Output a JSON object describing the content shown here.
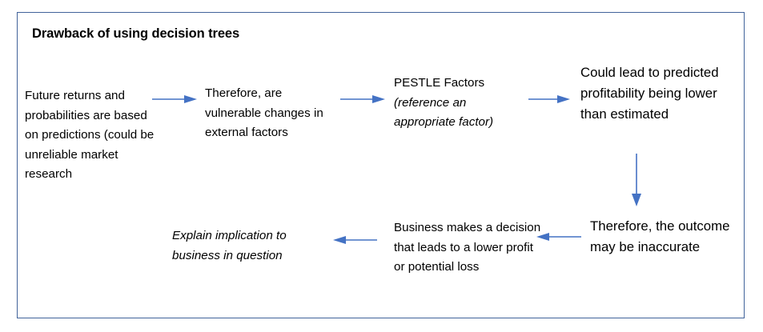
{
  "frame": {
    "title": "Drawback of using decision trees",
    "border_color": "#41639A",
    "background": "#ffffff"
  },
  "accent_color": "#4472C4",
  "text_color": "#000000",
  "nodes": {
    "future_returns": "Future returns and probabilities are based on predictions (could be unreliable market research",
    "therefore_vulnerable": "Therefore, are vulnerable changes in external factors",
    "pestle_heading": "PESTLE Factors",
    "pestle_italic": "(reference an appropriate factor)",
    "could_lead": "Could lead to predicted profitability being lower than estimated",
    "outcome_inaccurate": "Therefore, the outcome may be inaccurate",
    "business_decision": "Business makes a decision that leads to a lower profit or potential loss",
    "explain_implication": "Explain implication to business in question"
  },
  "arrows": [
    {
      "name": "arrow-future-to-therefore",
      "direction": "right"
    },
    {
      "name": "arrow-therefore-to-pestle",
      "direction": "right"
    },
    {
      "name": "arrow-pestle-to-couldlead",
      "direction": "right"
    },
    {
      "name": "arrow-couldlead-to-outcome",
      "direction": "down"
    },
    {
      "name": "arrow-outcome-to-business",
      "direction": "left"
    },
    {
      "name": "arrow-business-to-explain",
      "direction": "left"
    }
  ]
}
